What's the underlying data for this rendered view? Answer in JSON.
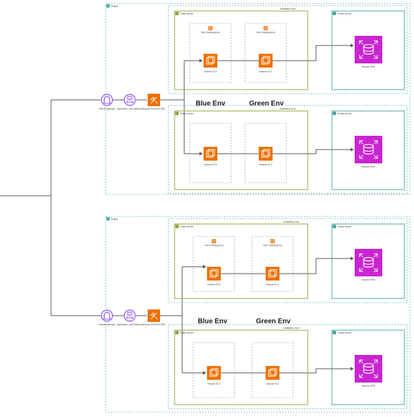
{
  "colors": {
    "vpc_border": "#8cc5cf",
    "az_border": "#4db6ac",
    "public_subnet": "#8fa83c",
    "private_subnet": "#4aa8a0",
    "asg_border": "#888888",
    "ec2": "#ed7100",
    "rds": "#c925d1",
    "gateway": "#8c4fff",
    "connector": "#555555"
  },
  "icons": {
    "internet_gateway": "internet-gateway-icon",
    "load_balancer": "application-load-balancer-icon",
    "dns": "route53-dns-icon",
    "ec2": "ec2-instance-icon",
    "rds": "rds-database-icon",
    "asg": "auto-scaling-group-icon"
  },
  "regions": [
    {
      "vpc_label": "Region",
      "az_label": "Availability Zone",
      "public_subnet_label": "Public subnet",
      "private_subnet_label": "Private subnet",
      "asg_label": "Auto Scaling group",
      "ec2_label": "Amazon EC2",
      "rds_label": "Amazon RDS",
      "igw_label": "Internet gateway",
      "alb_label": "Application Load Balancer",
      "dns_label": "Amazon Route 53 DNS",
      "blue_env": "Blue Env",
      "green_env": "Green Env"
    },
    {
      "vpc_label": "Region",
      "az_label": "Availability Zone",
      "public_subnet_label": "Public subnet",
      "private_subnet_label": "Private subnet",
      "asg_label": "Auto Scaling group",
      "ec2_label": "Amazon EC2",
      "rds_label": "Amazon RDS",
      "igw_label": "Internet gateway",
      "alb_label": "Application Load Balancer",
      "dns_label": "Amazon Route 53 DNS",
      "blue_env": "Blue Env",
      "green_env": "Green Env"
    }
  ]
}
